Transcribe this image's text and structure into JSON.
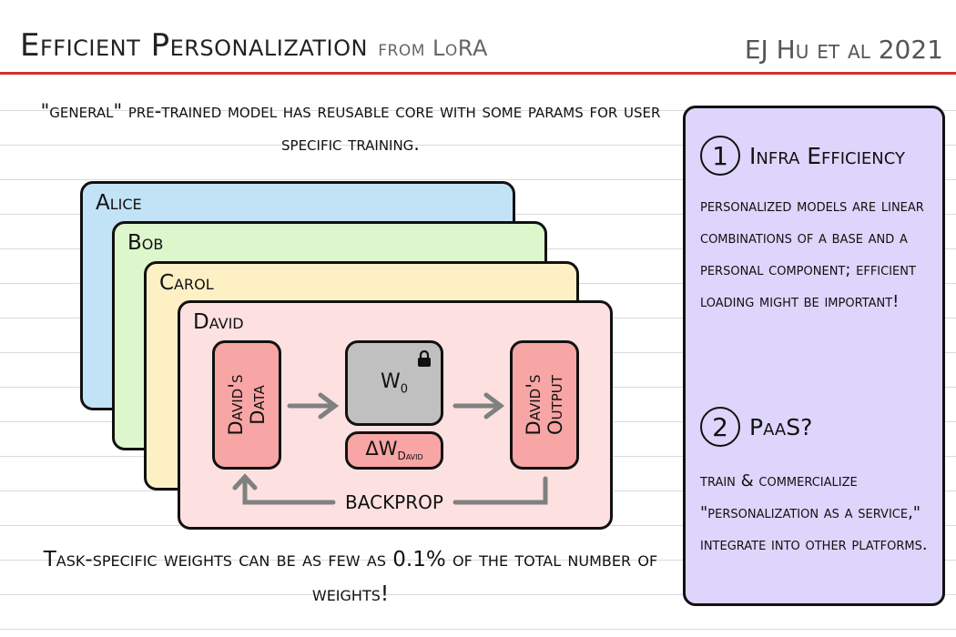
{
  "header": {
    "title": "Efficient Personalization",
    "subtitle": "from LoRA",
    "citation": "EJ Hu et al 2021"
  },
  "intro": "\"general\" pre-trained model has reusable core with some params for user specific training.",
  "users": [
    "Alice",
    "Bob",
    "Carol",
    "David"
  ],
  "diagram": {
    "input": "David's Data",
    "weights": "W",
    "weights_sub": "0",
    "delta": "ΔW",
    "delta_sub": "David",
    "output": "David's Output",
    "feedback": "backprop"
  },
  "bottom": "Task-specific weights can be as few as 0.1% of the total number of weights!",
  "panel": {
    "sections": [
      {
        "number": "1",
        "heading": "Infra Efficiency",
        "text": "personalized models are linear combinations of a base and a personal component; efficient loading might be important!"
      },
      {
        "number": "2",
        "heading": "PaaS?",
        "text": "train & commercialize \"personalization as a service,\" integrate into other platforms."
      }
    ]
  }
}
